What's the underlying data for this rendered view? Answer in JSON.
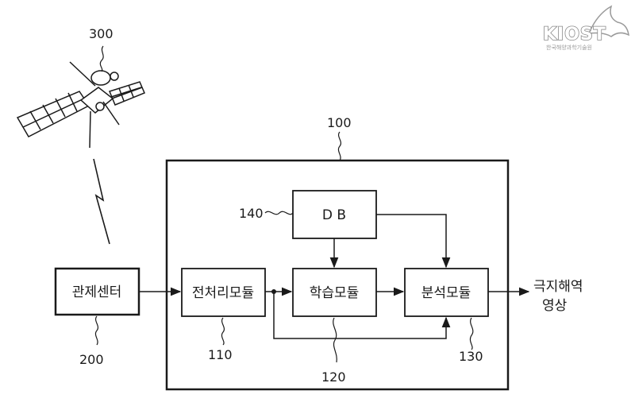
{
  "logo": {
    "name": "KIOST",
    "subtitle": "한국해양과학기술원"
  },
  "labels": {
    "satellite_ref": "300",
    "system_ref": "100",
    "db_ref": "140",
    "control_ref": "200",
    "preprocess_ref": "110",
    "learning_ref": "120",
    "analysis_ref": "130"
  },
  "boxes": {
    "db": "D B",
    "control_center": "관제센터",
    "preprocess": "전처리모듈",
    "learning": "학습모듈",
    "analysis": "분석모듈"
  },
  "output": {
    "line1": "극지해역",
    "line2": "영상"
  }
}
